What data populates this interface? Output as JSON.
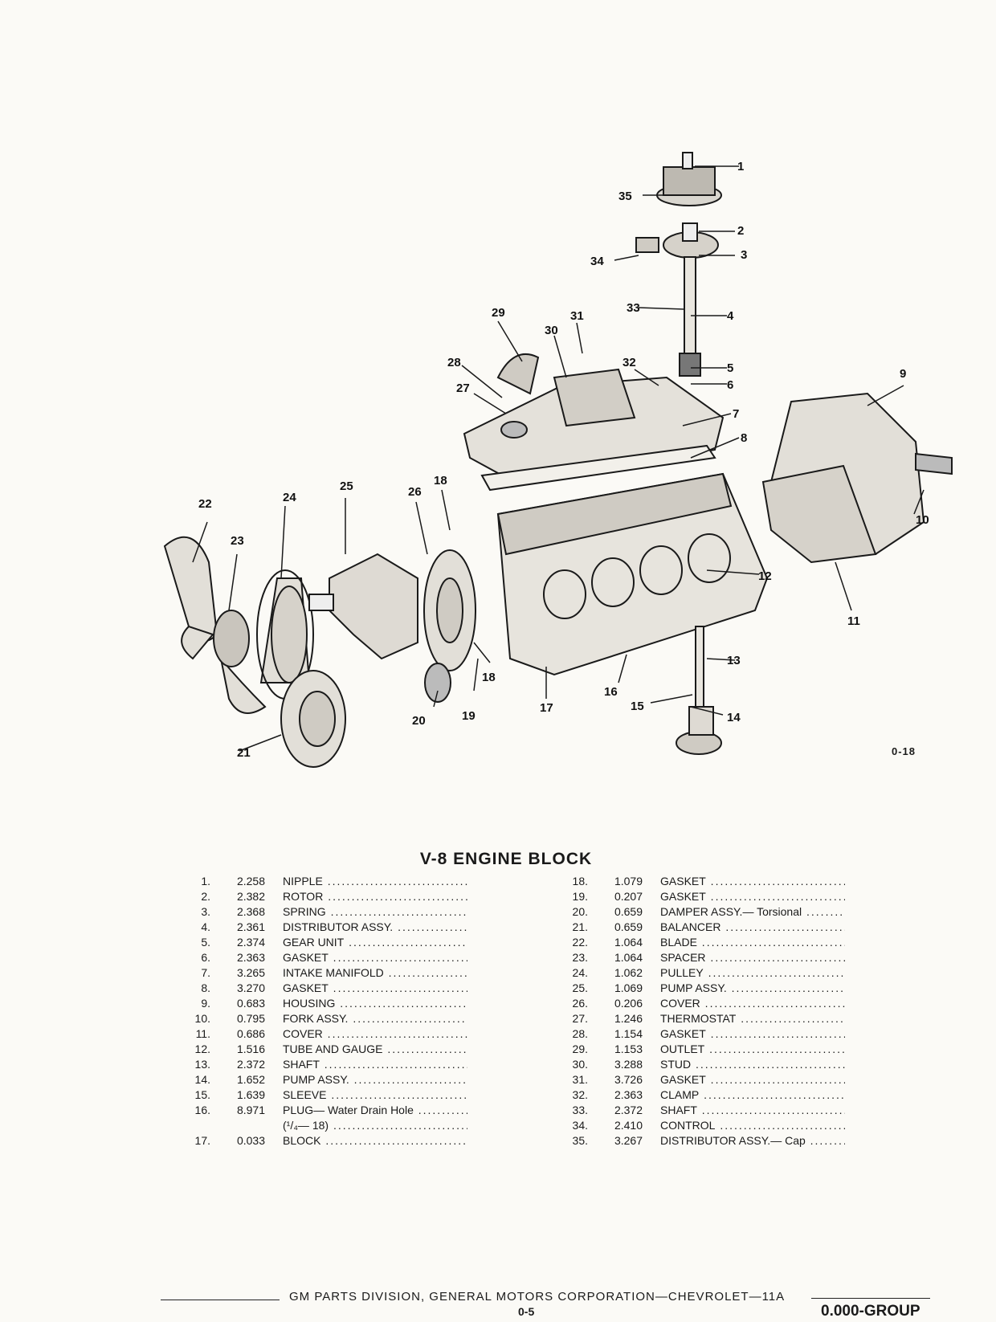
{
  "figure": {
    "code": "0-18",
    "callouts": [
      "1",
      "2",
      "3",
      "4",
      "5",
      "6",
      "7",
      "8",
      "9",
      "10",
      "11",
      "12",
      "13",
      "14",
      "15",
      "16",
      "17",
      "18",
      "19",
      "20",
      "21",
      "22",
      "23",
      "24",
      "25",
      "26",
      "27",
      "28",
      "29",
      "30",
      "31",
      "32",
      "33",
      "34",
      "35"
    ]
  },
  "title": "V-8 ENGINE BLOCK",
  "parts_left": [
    {
      "num": "1.",
      "code": "2.258",
      "name": "NIPPLE"
    },
    {
      "num": "2.",
      "code": "2.382",
      "name": "ROTOR"
    },
    {
      "num": "3.",
      "code": "2.368",
      "name": "SPRING"
    },
    {
      "num": "4.",
      "code": "2.361",
      "name": "DISTRIBUTOR ASSY."
    },
    {
      "num": "5.",
      "code": "2.374",
      "name": "GEAR UNIT"
    },
    {
      "num": "6.",
      "code": "2.363",
      "name": "GASKET"
    },
    {
      "num": "7.",
      "code": "3.265",
      "name": "INTAKE MANIFOLD"
    },
    {
      "num": "8.",
      "code": "3.270",
      "name": "GASKET"
    },
    {
      "num": "9.",
      "code": "0.683",
      "name": "HOUSING"
    },
    {
      "num": "10.",
      "code": "0.795",
      "name": "FORK ASSY."
    },
    {
      "num": "11.",
      "code": "0.686",
      "name": "COVER"
    },
    {
      "num": "12.",
      "code": "1.516",
      "name": "TUBE AND GAUGE"
    },
    {
      "num": "13.",
      "code": "2.372",
      "name": "SHAFT"
    },
    {
      "num": "14.",
      "code": "1.652",
      "name": "PUMP ASSY."
    },
    {
      "num": "15.",
      "code": "1.639",
      "name": "SLEEVE"
    },
    {
      "num": "16.",
      "code": "8.971",
      "name": "PLUG— Water Drain Hole"
    },
    {
      "num": "",
      "code": "",
      "name": "(¹/₄— 18)"
    },
    {
      "num": "17.",
      "code": "0.033",
      "name": "BLOCK"
    }
  ],
  "parts_right": [
    {
      "num": "18.",
      "code": "1.079",
      "name": "GASKET"
    },
    {
      "num": "19.",
      "code": "0.207",
      "name": "GASKET"
    },
    {
      "num": "20.",
      "code": "0.659",
      "name": "DAMPER ASSY.— Torsional"
    },
    {
      "num": "21.",
      "code": "0.659",
      "name": "BALANCER"
    },
    {
      "num": "22.",
      "code": "1.064",
      "name": "BLADE"
    },
    {
      "num": "23.",
      "code": "1.064",
      "name": "SPACER"
    },
    {
      "num": "24.",
      "code": "1.062",
      "name": "PULLEY"
    },
    {
      "num": "25.",
      "code": "1.069",
      "name": "PUMP ASSY."
    },
    {
      "num": "26.",
      "code": "0.206",
      "name": "COVER"
    },
    {
      "num": "27.",
      "code": "1.246",
      "name": "THERMOSTAT"
    },
    {
      "num": "28.",
      "code": "1.154",
      "name": "GASKET"
    },
    {
      "num": "29.",
      "code": "1.153",
      "name": "OUTLET"
    },
    {
      "num": "30.",
      "code": "3.288",
      "name": "STUD"
    },
    {
      "num": "31.",
      "code": "3.726",
      "name": "GASKET"
    },
    {
      "num": "32.",
      "code": "2.363",
      "name": "CLAMP"
    },
    {
      "num": "33.",
      "code": "2.372",
      "name": "SHAFT"
    },
    {
      "num": "34.",
      "code": "2.410",
      "name": "CONTROL"
    },
    {
      "num": "35.",
      "code": "3.267",
      "name": "DISTRIBUTOR ASSY.— Cap"
    }
  ],
  "footer": {
    "text": "GM PARTS DIVISION, GENERAL MOTORS CORPORATION—CHEVROLET—11A",
    "page": "0-5",
    "group": "0.000-GROUP"
  }
}
